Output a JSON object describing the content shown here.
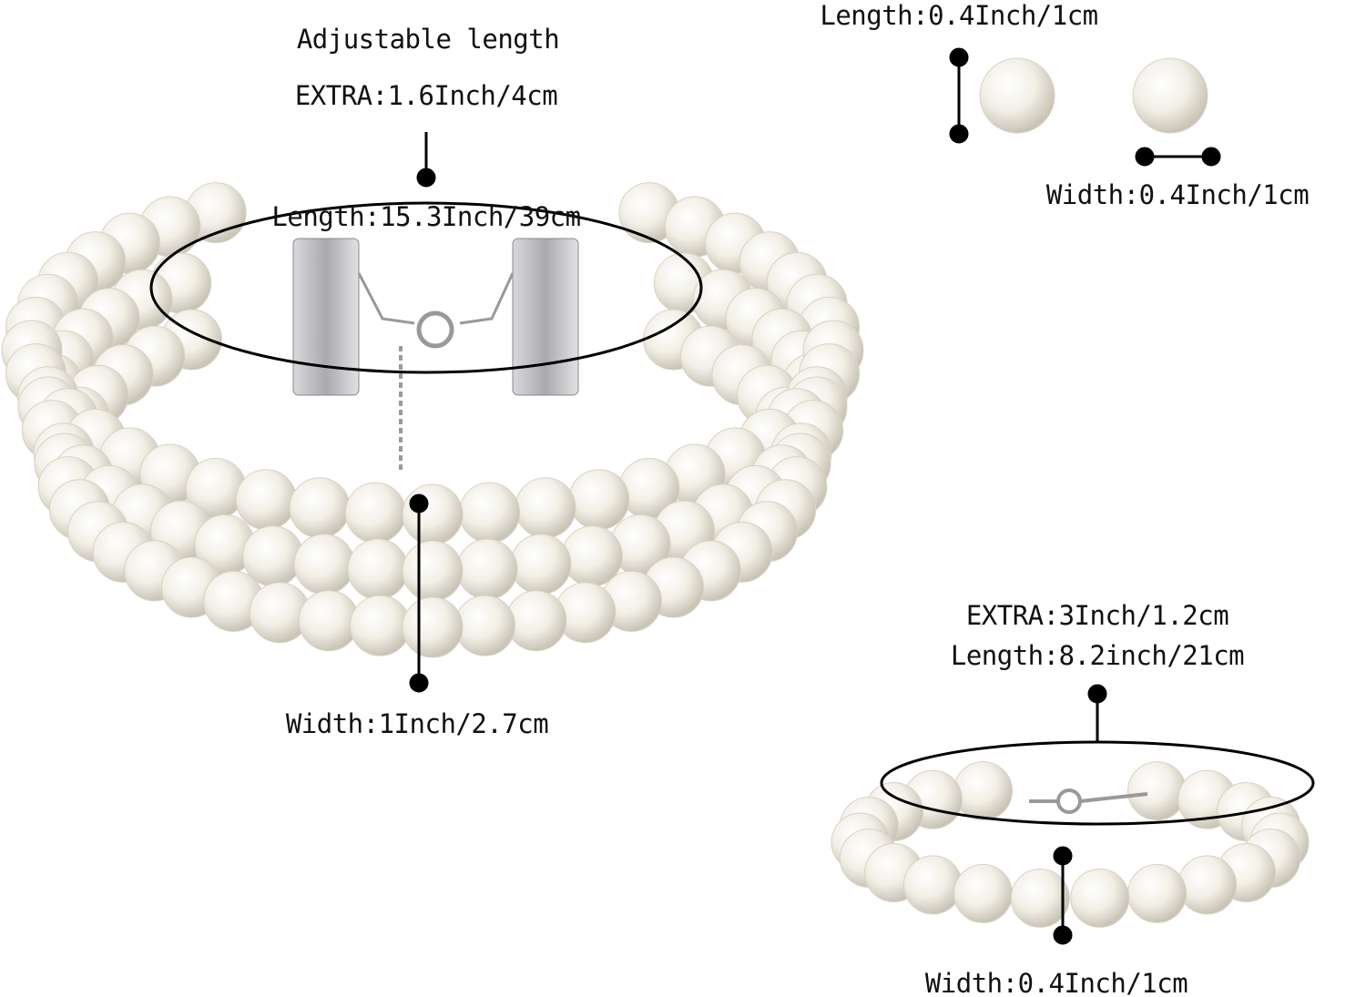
{
  "choker": {
    "adjustable_label": "Adjustable length",
    "extra_label": "EXTRA:1.6Inch/4cm",
    "length_label": "Length:15.3Inch/39cm",
    "width_label": "Width:1Inch/2.7cm"
  },
  "earrings": {
    "length_label": "Length:0.4Inch/1cm",
    "width_label": "Width:0.4Inch/1cm"
  },
  "bracelet": {
    "extra_label": "EXTRA:3Inch/1.2cm",
    "length_label": "Length:8.2inch/21cm",
    "width_label": "Width:0.4Inch/1cm"
  },
  "colors": {
    "pearl": "#f4f1e8",
    "pearl_shadow": "#cfcabb",
    "metal": "#b8b8bc",
    "marker": "#000000"
  }
}
